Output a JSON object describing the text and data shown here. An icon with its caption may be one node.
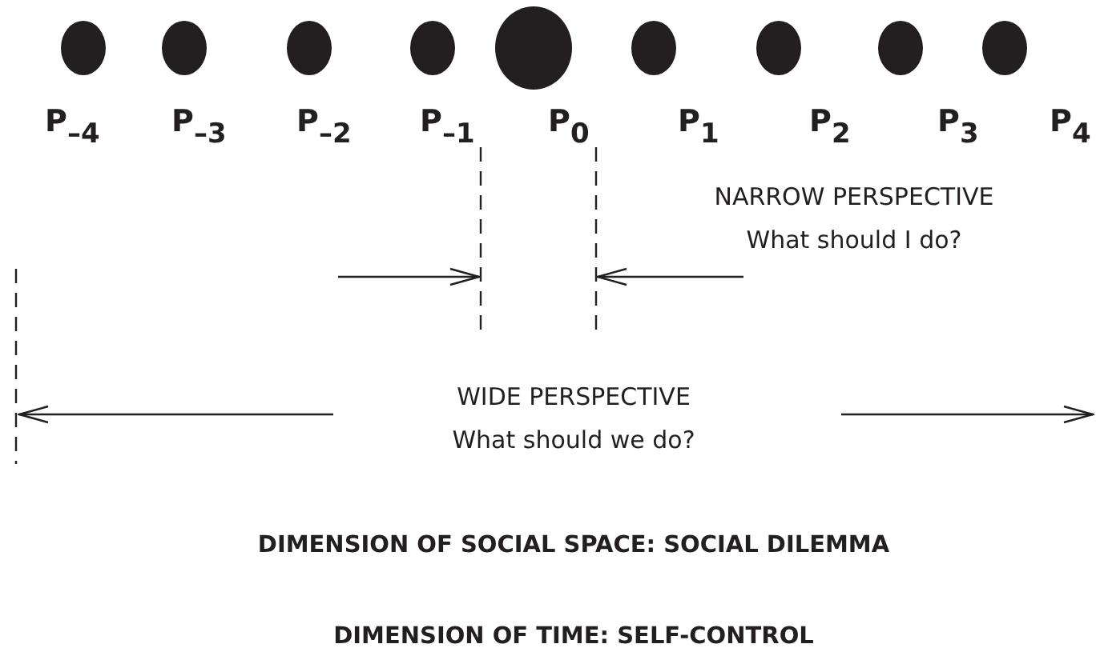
{
  "diagram": {
    "nodes": [
      {
        "text": [],
        "shape": "circle",
        "beside": [
          "P$_{–4}$"
        ]
      },
      {
        "text": [],
        "shape": "circle",
        "beside": [
          "P$_{–3}$"
        ]
      },
      {
        "text": [],
        "shape": "circle",
        "beside": [
          "P$_{–2}$"
        ]
      },
      {
        "text": [],
        "shape": "circle",
        "beside": [
          "P$_{–1}$"
        ]
      },
      {
        "text": [],
        "shape": "circle",
        "beside": [
          "P$_{0}$"
        ]
      },
      {
        "text": [],
        "shape": "circle",
        "beside": [
          "P$_{1}$"
        ]
      },
      {
        "text": [],
        "shape": "circle",
        "beside": [
          "P$_{2}$"
        ]
      },
      {
        "text": [],
        "shape": "circle",
        "beside": [
          "P$_{3}$"
        ]
      },
      {
        "text": [],
        "shape": "circle",
        "beside": [
          "P$_{4}$"
        ]
      }
    ],
    "labels": [
      "NARROW PERSPECTIVE",
      "What should I do?",
      "WIDE PERSPECTIVE",
      "What should we do?",
      "DIMENSION OF SOCIAL SPACE: SOCIAL DILEMMA",
      "DIMENSION OF TIME: SELF-CONTROL"
    ]
  }
}
